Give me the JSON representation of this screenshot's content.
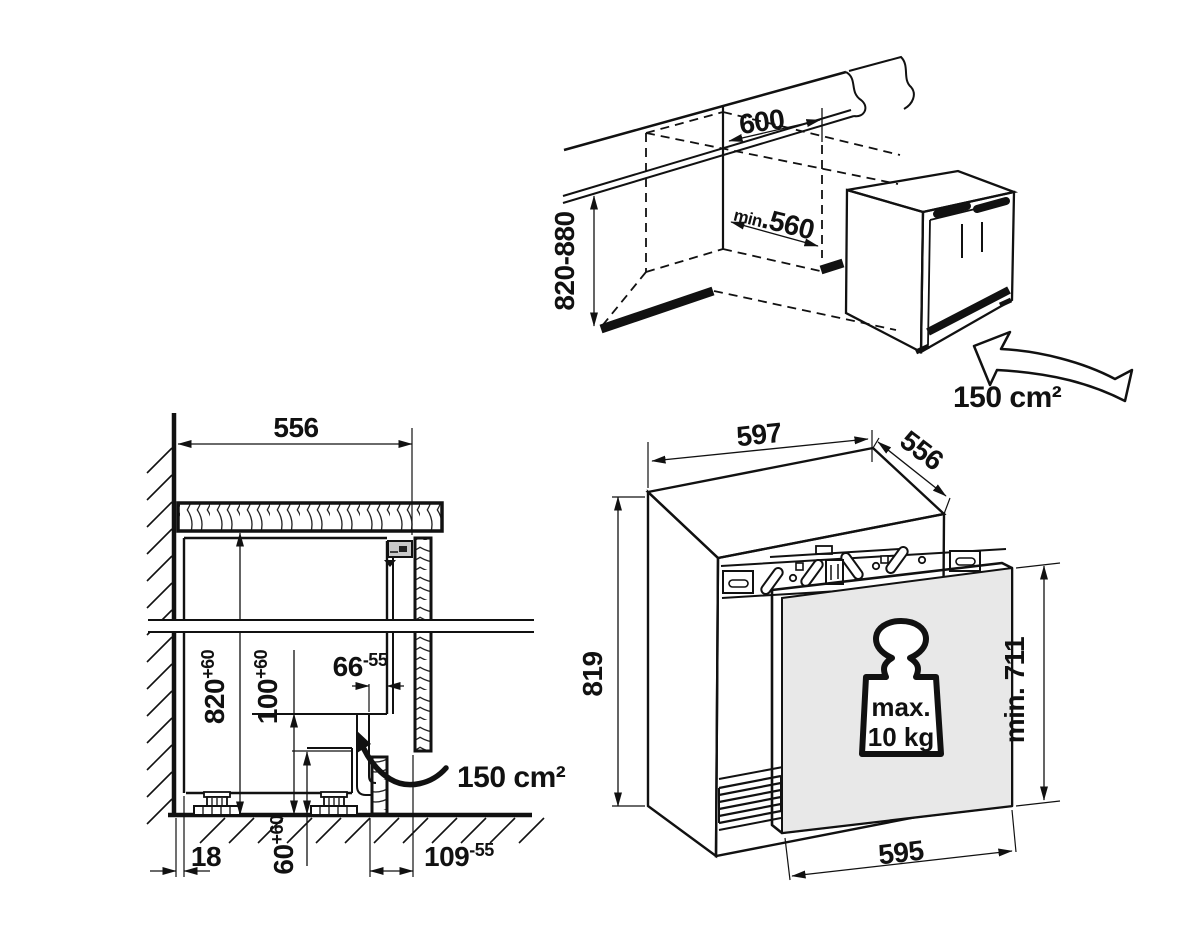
{
  "figure": {
    "background": "#ffffff",
    "line_color": "#111111",
    "door_fill": "#e8e8e8"
  },
  "niche_view": {
    "width_label": "600",
    "depth_prefix": "min",
    "depth_value": ".560",
    "height_label": "820-880",
    "vent_label": "150 cm²"
  },
  "section_view": {
    "top_depth": "556",
    "niche_height": "820",
    "niche_height_tol": "+60",
    "plinth_height": "100",
    "plinth_height_tol": "+60",
    "front_gap": "66",
    "front_gap_tol": "-55",
    "wall_gap": "18",
    "foot_height": "60",
    "foot_height_tol": "+60",
    "plinth_recess": "109",
    "plinth_recess_tol": "-55",
    "vent_label": "150 cm²"
  },
  "appliance_view": {
    "width": "597",
    "depth": "556",
    "height": "819",
    "door_min_height": "min. 711",
    "door_width": "595",
    "weight_max": "max.",
    "weight_value": "10 kg"
  }
}
